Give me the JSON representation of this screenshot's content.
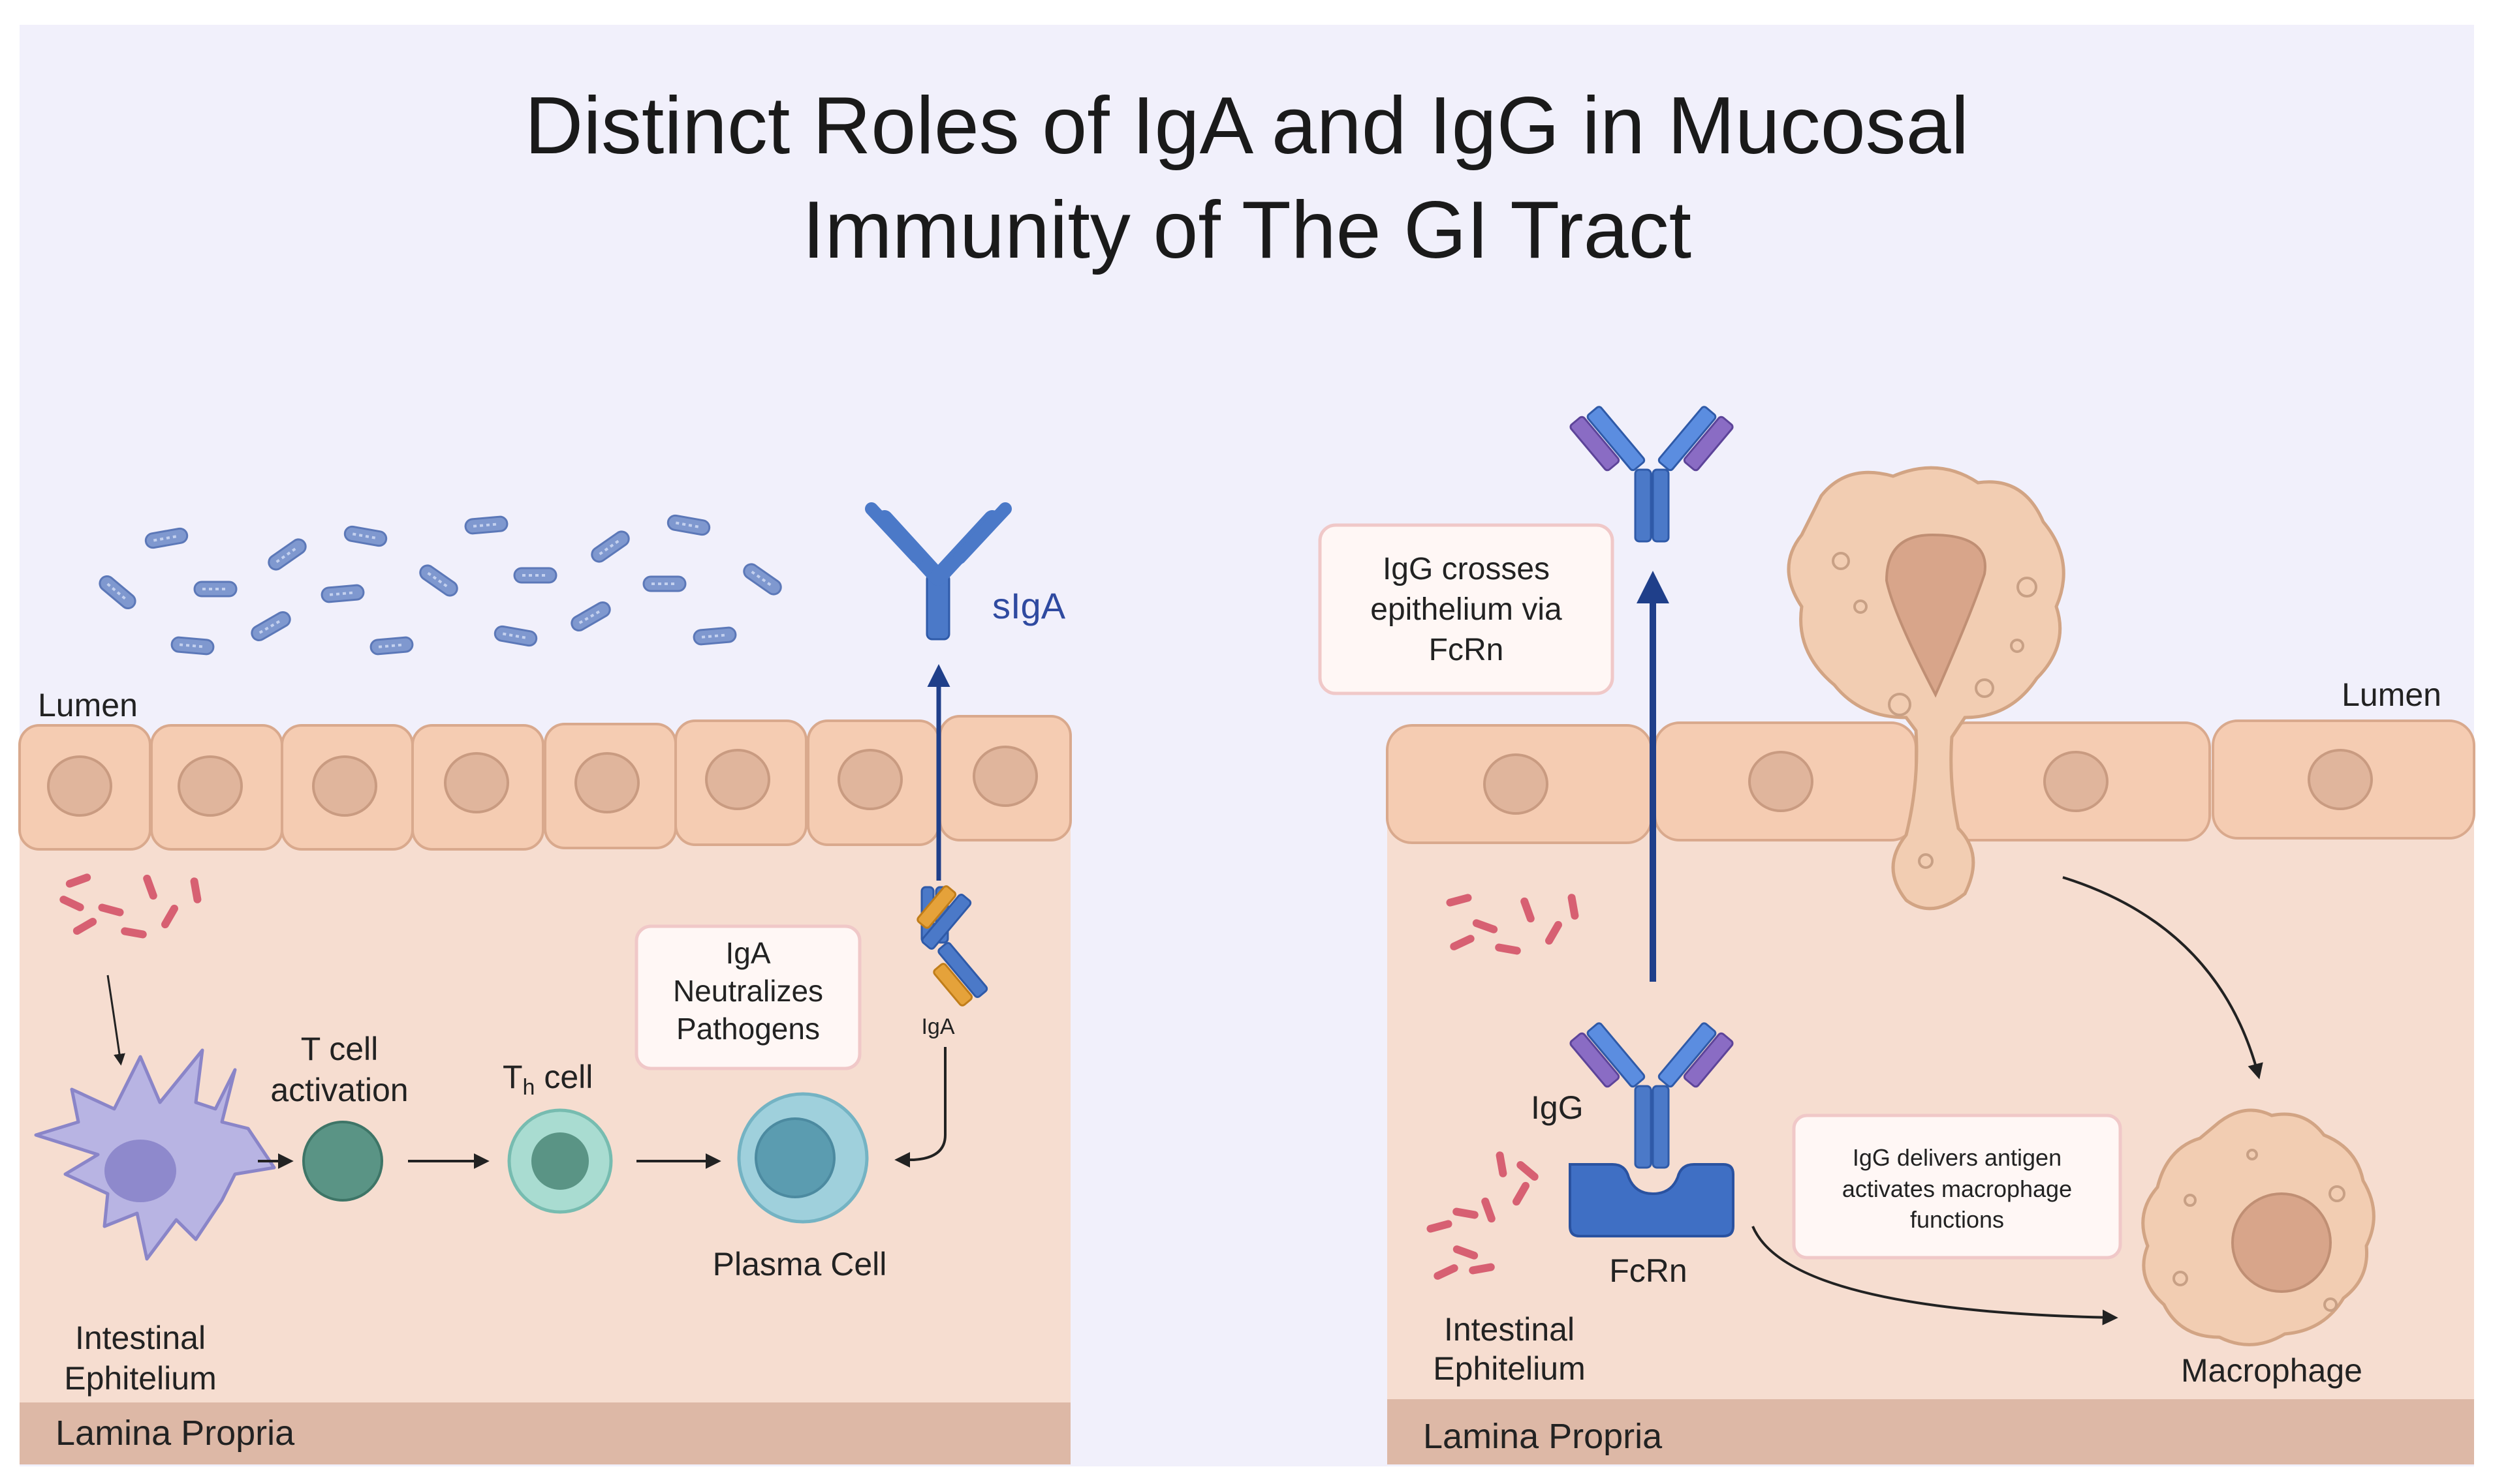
{
  "title": {
    "line1": "Distinct Roles of IgA and IgG in Mucosal",
    "line2": "Immunity of The GI Tract"
  },
  "left_panel": {
    "lumen_label": "Lumen",
    "siga_label": "sIgA",
    "iga_small_label": "IgA",
    "box_line1": "IgA",
    "box_line2": "Neutralizes",
    "box_line3": "Pathogens",
    "tcell_line1": "T cell",
    "tcell_line2": "activation",
    "th_main": "T",
    "th_sub": "h",
    "th_rest": " cell",
    "plasma_label": "Plasma Cell",
    "epi_line1": "Intestinal",
    "epi_line2": "Ephitelium",
    "lamina_label": "Lamina Propria"
  },
  "right_panel": {
    "lumen_label": "Lumen",
    "box_line1": "IgG crosses",
    "box_line2": "epithelium via",
    "box_line3": "FcRn",
    "igg_label": "IgG",
    "fcrn_label": "FcRn",
    "deliver_line1": "IgG delivers antigen",
    "deliver_line2": "activates macrophage",
    "deliver_line3": "functions",
    "macrophage_label": "Macrophage",
    "epi_line1": "Intestinal",
    "epi_line2": "Ephitelium",
    "lamina_label": "Lamina Propria"
  },
  "colors": {
    "background": "#f1f0fb",
    "tissue": "#f6ddd0",
    "cell_fill": "#f5ccb2",
    "cell_stroke": "#d9a98d",
    "nucleus": "#e0b59c",
    "lamina": "#ddb8a6",
    "antibody_blue": "#4b79c8",
    "arrow_navy": "#1f3f8a",
    "bacteria_blue": "#7f98cf",
    "bacteria_red": "#d76072"
  }
}
